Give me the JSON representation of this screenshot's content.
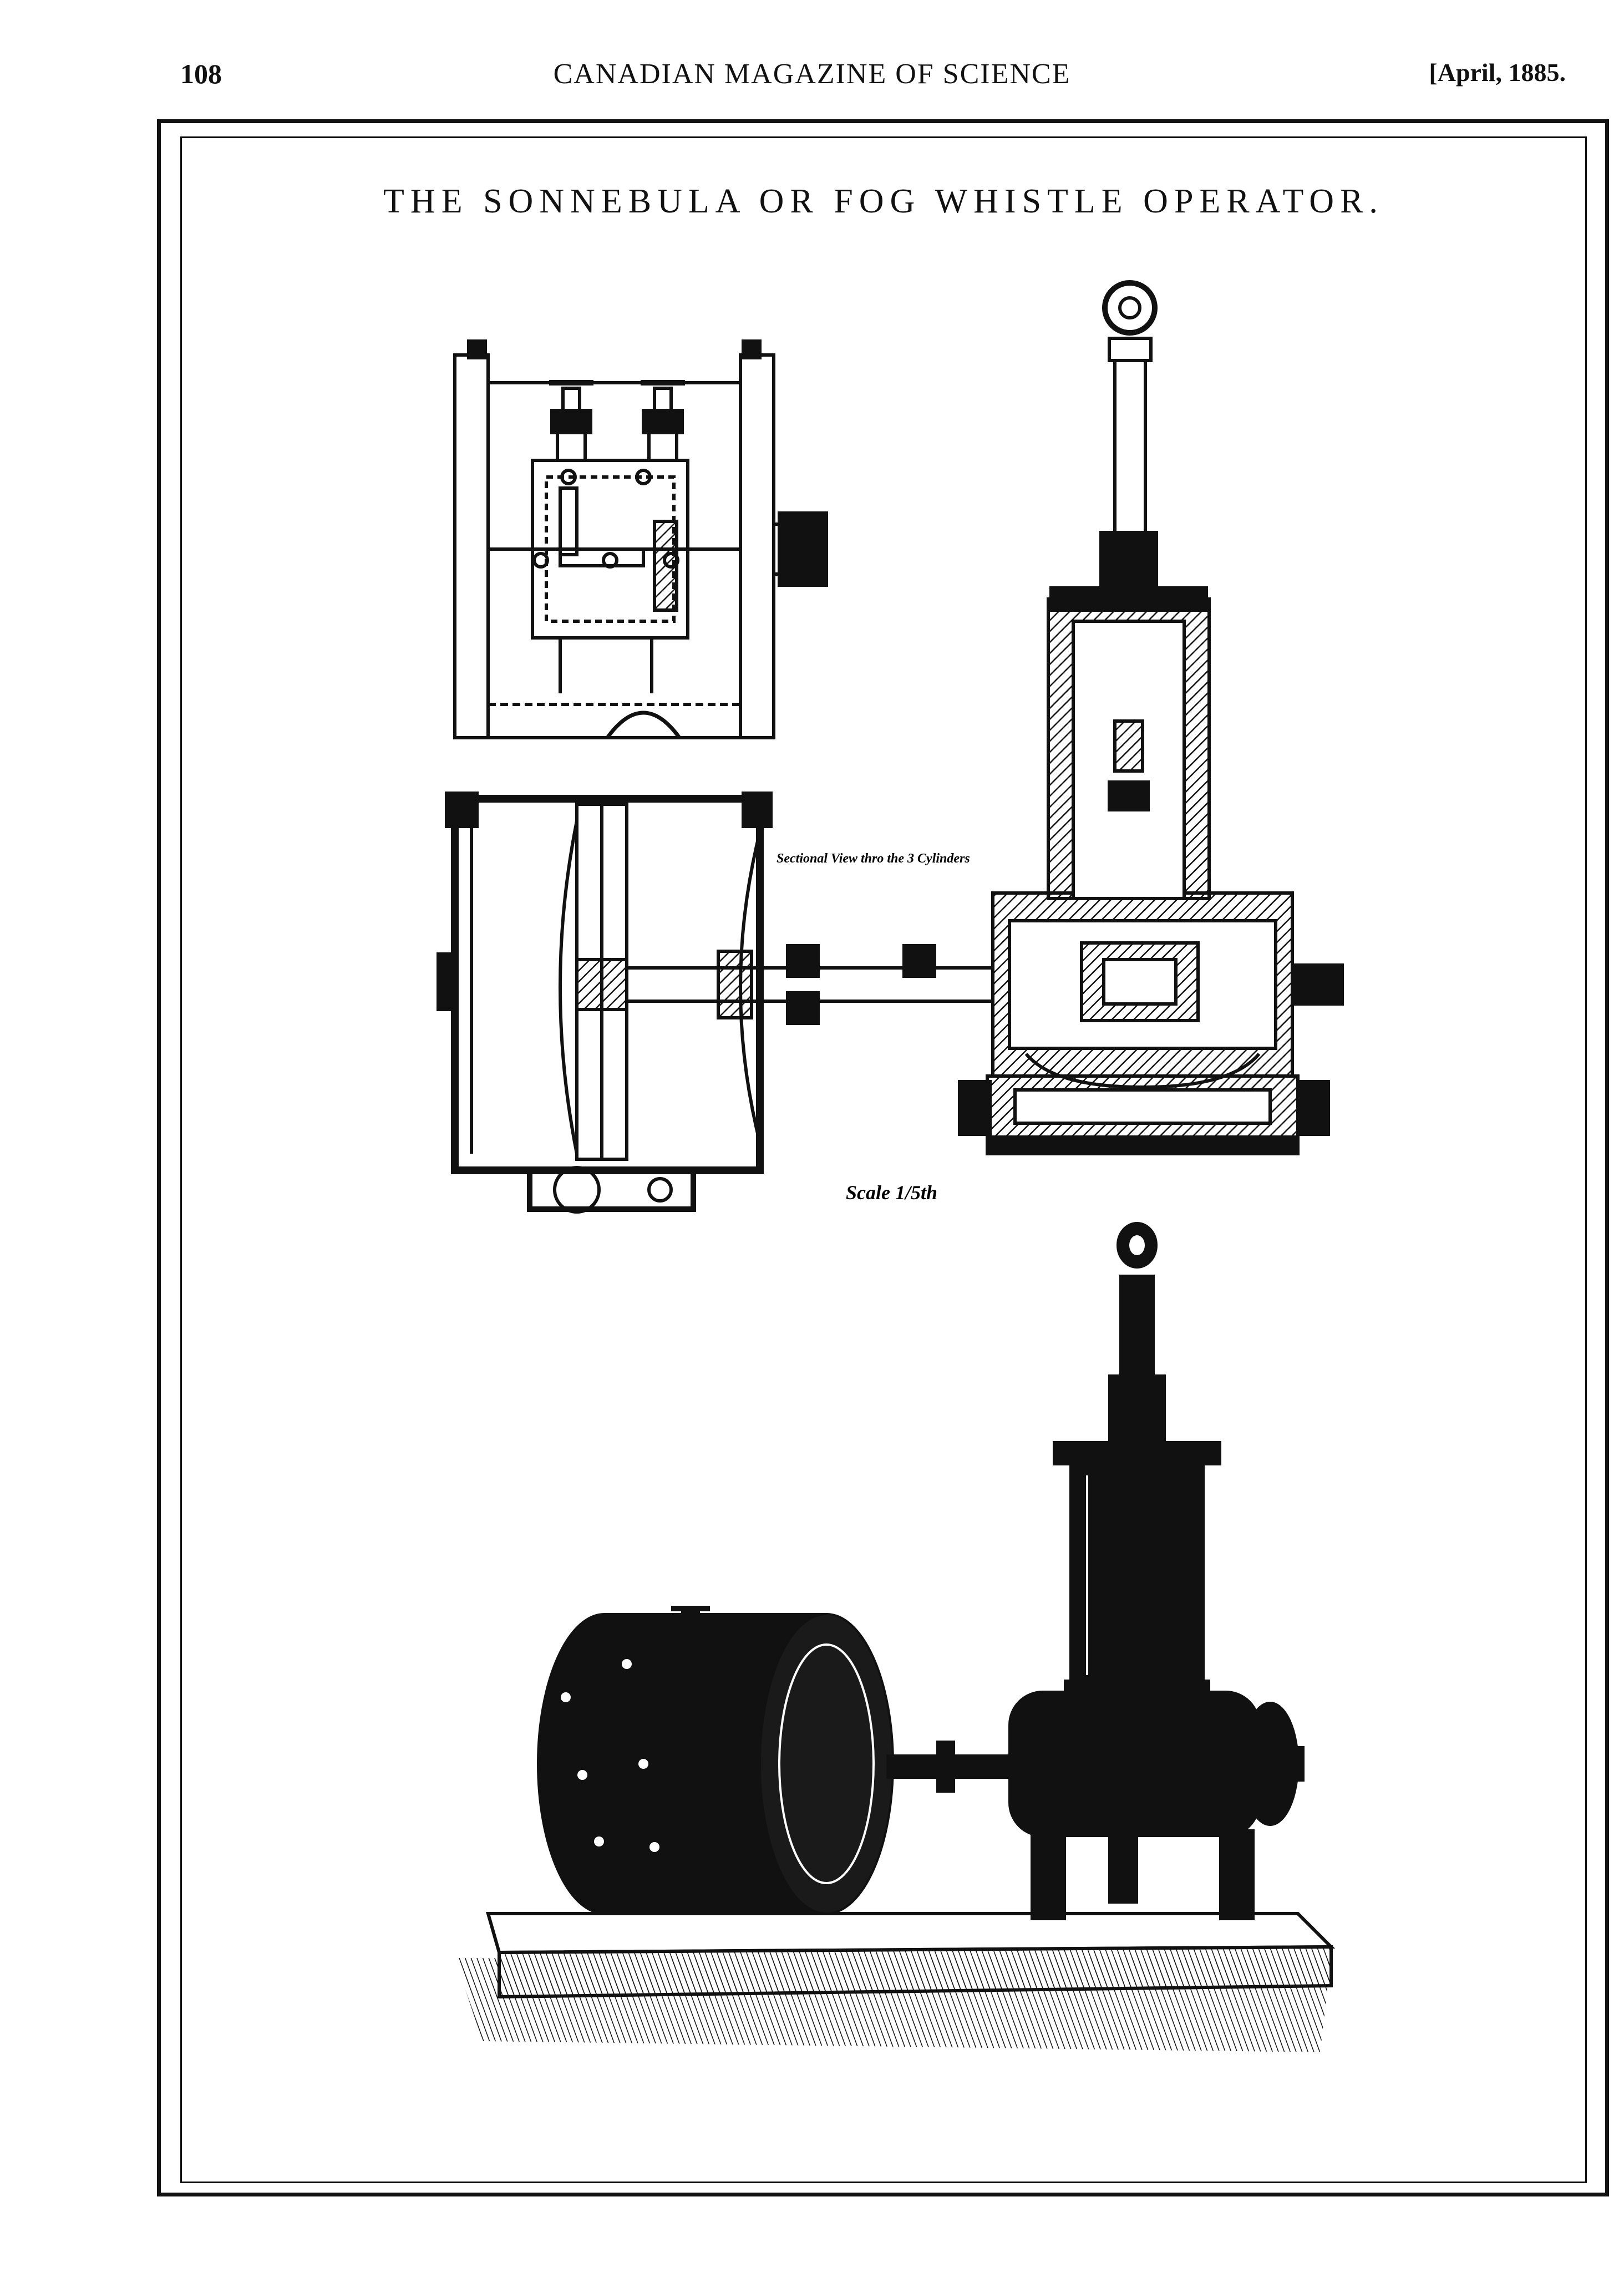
{
  "header": {
    "page_number": "108",
    "journal_title": "CANADIAN MAGAZINE OF SCIENCE",
    "date": "[April, 1885."
  },
  "plate": {
    "title": "THE SONNEBULA OR FOG WHISTLE OPERATOR.",
    "section_caption": "Sectional View thro the 3 Cylinders",
    "scale_label": "Scale 1/5th"
  },
  "figures": {
    "top_drawing": "engineering-drawing-end-view",
    "middle_drawing": "engineering-drawing-section",
    "bottom_drawing": "engraving-perspective-machine"
  }
}
